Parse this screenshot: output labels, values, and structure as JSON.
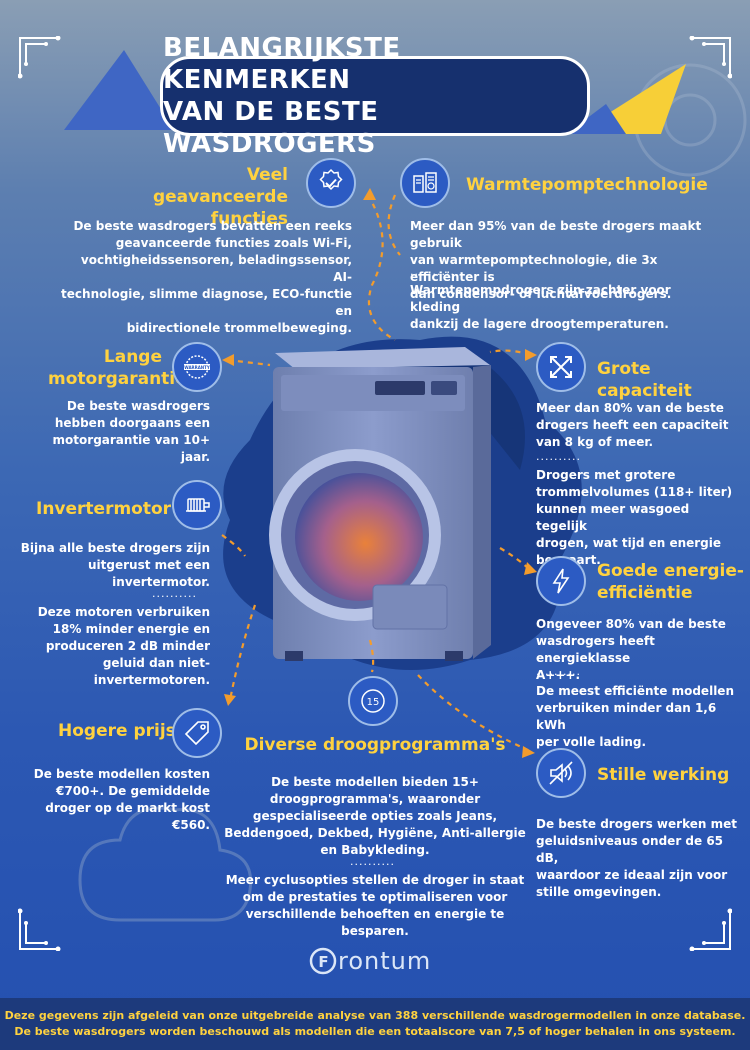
{
  "title": {
    "line1": "Belangrijkste kenmerken",
    "line2": "van de beste wasdrogers"
  },
  "colors": {
    "accent": "#ffd23f",
    "dark_navy": "#16306e",
    "footer_bg": "#1d3a7c",
    "background_top": "#8a9eb4",
    "background_bottom": "#2450b0"
  },
  "features": {
    "functies": {
      "icon": "badge-check-icon",
      "heading_l1": "Veel geavanceerde",
      "heading_l2": "functies",
      "body": [
        "De beste wasdrogers bevatten een reeks",
        "geavanceerde functies zoals Wi-Fi,",
        "vochtigheidssensoren, beladingssensor, AI-",
        "technologie, slimme diagnose, ECO-functie en",
        "bidirectionele trommelbeweging."
      ]
    },
    "warmtepomp": {
      "icon": "heat-pump-icon",
      "heading": "Warmtepomptechnologie",
      "body1": [
        "Meer dan 95% van de beste drogers maakt gebruik",
        "van warmtepomptechnologie, die 3x efficiënter is",
        "dan condensor- of luchtafvoerdrogers."
      ],
      "body2": [
        "Warmtepompdrogers zijn zachter voor kleding",
        "dankzij de lagere droogtemperaturen."
      ]
    },
    "garantie": {
      "icon": "warranty-seal-icon",
      "icon_text": "WARRANTY",
      "heading_l1": "Lange",
      "heading_l2": "motorgarantie",
      "body": [
        "De beste wasdrogers",
        "hebben doorgaans een",
        "motorgarantie van 10+ jaar."
      ]
    },
    "capaciteit": {
      "icon": "expand-arrows-icon",
      "heading": "Grote capaciteit",
      "body1": [
        "Meer dan 80% van de beste",
        "drogers heeft een capaciteit",
        "van 8 kg of meer."
      ],
      "body2": [
        "Drogers met grotere",
        "trommelvolumes (118+ liter)",
        "kunnen meer wasgoed tegelijk",
        "drogen, wat tijd en energie",
        "bespaart."
      ]
    },
    "inverter": {
      "icon": "motor-icon",
      "heading": "Invertermotor",
      "body1": [
        "Bijna alle beste drogers zijn",
        "uitgerust met een",
        "invertermotor."
      ],
      "body2": [
        "Deze motoren verbruiken",
        "18% minder energie en",
        "produceren 2 dB minder",
        "geluid dan niet-",
        "invertermotoren."
      ]
    },
    "energie": {
      "icon": "lightning-icon",
      "heading_l1": "Goede energie-",
      "heading_l2": "efficiëntie",
      "body1": [
        "Ongeveer 80% van de beste",
        "wasdrogers heeft energieklasse",
        "A+++."
      ],
      "body2": [
        "De meest efficiënte modellen",
        "verbruiken minder dan 1,6 kWh",
        "per volle lading."
      ]
    },
    "prijs": {
      "icon": "price-tag-icon",
      "heading": "Hogere prijs",
      "body": [
        "De beste modellen kosten",
        "€700+. De gemiddelde",
        "droger op de markt kost",
        "€560."
      ]
    },
    "programmas": {
      "icon": "timer-15-icon",
      "icon_text": "15",
      "heading": "Diverse droogprogramma's",
      "body1": [
        "De beste modellen bieden 15+",
        "droogprogramma's, waaronder",
        "gespecialiseerde opties zoals Jeans,",
        "Beddengoed, Dekbed, Hygiëne, Anti-allergie",
        "en Babykleding."
      ],
      "body2": [
        "Meer cyclusopties stellen de droger in staat",
        "om de prestaties te optimaliseren voor",
        "verschillende behoeften en energie te",
        "besparen."
      ]
    },
    "stil": {
      "icon": "mute-speaker-icon",
      "heading": "Stille werking",
      "body": [
        "De beste drogers werken met",
        "geluidsniveaus onder de 65 dB,",
        "waardoor ze ideaal zijn voor",
        "stille omgevingen."
      ]
    }
  },
  "separator": "··········",
  "logo": {
    "text": "rontum",
    "mark": "F"
  },
  "footer": {
    "line1": "Deze gegevens zijn afgeleid van onze uitgebreide analyse van 388 verschillende wasdrogermodellen in onze database.",
    "line2": "De beste wasdrogers worden beschouwd als modellen die een totaalscore van 7,5 of hoger behalen in ons systeem."
  }
}
